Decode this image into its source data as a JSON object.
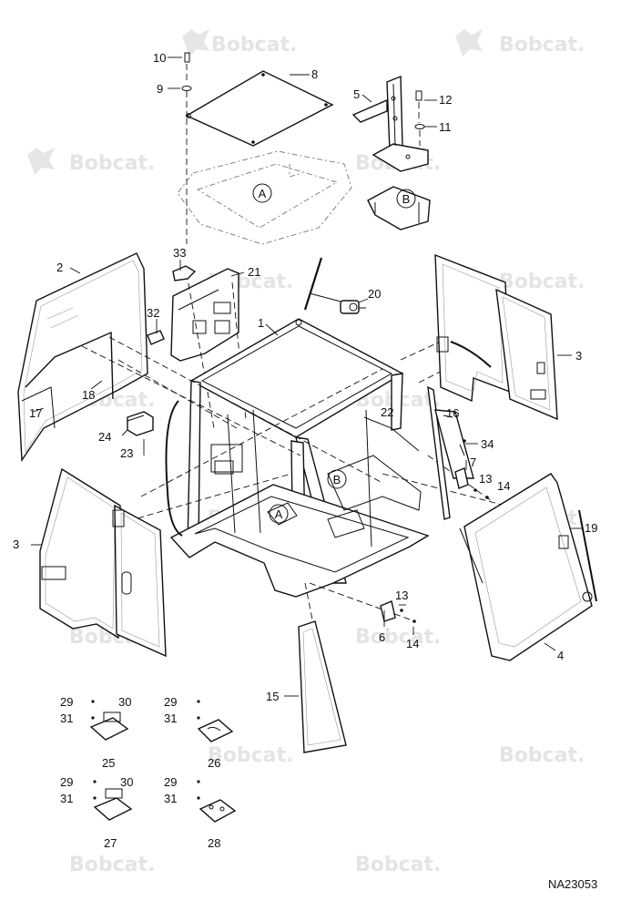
{
  "watermark": {
    "text": "Bobcat."
  },
  "drawing_code": "NA23053",
  "callouts": {
    "c1": "1",
    "c2": "2",
    "c3a": "3",
    "c3b": "3",
    "c4": "4",
    "c5": "5",
    "c6": "6",
    "c7": "7",
    "c8": "8",
    "c9": "9",
    "c10": "10",
    "c11": "11",
    "c12": "12",
    "c13a": "13",
    "c13b": "13",
    "c14a": "14",
    "c14b": "14",
    "c15": "15",
    "c16": "16",
    "c17": "17",
    "c18": "18",
    "c19": "19",
    "c20": "20",
    "c21": "21",
    "c22": "22",
    "c23": "23",
    "c24": "24",
    "c25": "25",
    "c26": "26",
    "c27": "27",
    "c28": "28",
    "c29a": "29",
    "c29b": "29",
    "c29c": "29",
    "c29d": "29",
    "c30a": "30",
    "c30b": "30",
    "c31a": "31",
    "c31b": "31",
    "c31c": "31",
    "c31d": "31",
    "c32": "32",
    "c33": "33",
    "c34": "34"
  },
  "refs": {
    "ra1": "A",
    "ra2": "A",
    "rb1": "B",
    "rb2": "B"
  }
}
